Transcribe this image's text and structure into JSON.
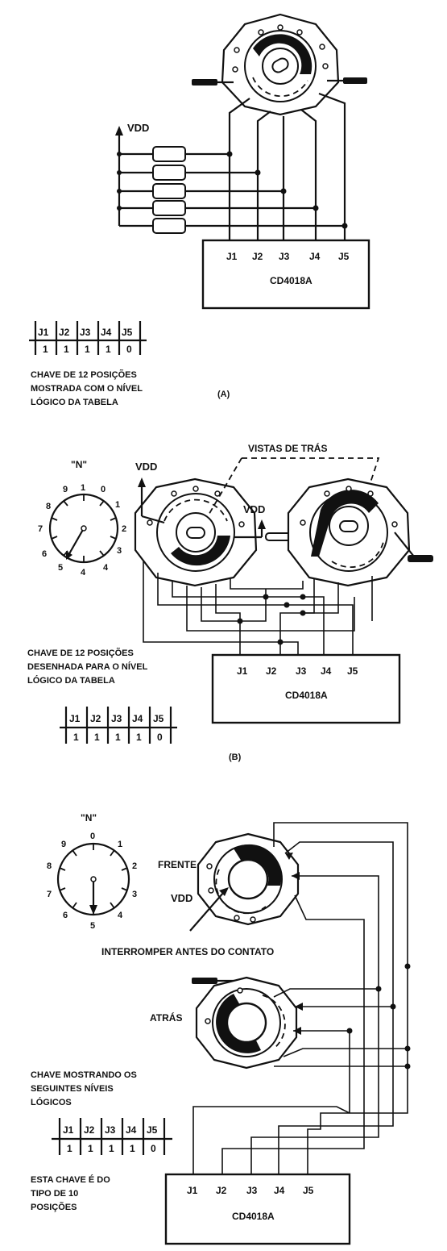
{
  "panel_a": {
    "supply_label": "VDD",
    "chip_label": "CD4018A",
    "pins": [
      "J1",
      "J2",
      "J3",
      "J4",
      "J5"
    ],
    "truth_header": [
      "J1",
      "J2",
      "J3",
      "J4",
      "J5"
    ],
    "truth_values": [
      "1",
      "1",
      "1",
      "1",
      "0"
    ],
    "caption_lines": [
      "CHAVE DE 12 POSIÇÕES",
      "MOSTRADA COM O NÍVEL",
      "LÓGICO DA TABELA"
    ],
    "tag": "(A)"
  },
  "panel_b": {
    "dial_title": "\"N\"",
    "dial_numbers": [
      "0",
      "1",
      "2",
      "3",
      "4",
      "5",
      "6",
      "7",
      "8",
      "9"
    ],
    "supply_left": "VDD",
    "supply_right": "VDD",
    "rear_view_label": "VISTAS DE TRÁS",
    "chip_label": "CD4018A",
    "pins": [
      "J1",
      "J2",
      "J3",
      "J4",
      "J5"
    ],
    "caption_lines": [
      "CHAVE DE 12 POSIÇÕES",
      "DESENHADA PARA O NÍVEL",
      "LÓGICO DA TABELA"
    ],
    "truth_header": [
      "J1",
      "J2",
      "J3",
      "J4",
      "J5"
    ],
    "truth_values": [
      "1",
      "1",
      "1",
      "1",
      "0"
    ],
    "tag": "(B)"
  },
  "panel_c": {
    "dial_title": "\"N\"",
    "dial_numbers": [
      "0",
      "1",
      "2",
      "3",
      "4",
      "5",
      "6",
      "7",
      "8",
      "9"
    ],
    "front_label": "FRENTE",
    "back_label": "ATRÁS",
    "supply_label": "VDD",
    "break_label": "INTERROMPER ANTES DO CONTATO",
    "caption_lines": [
      "CHAVE MOSTRANDO OS",
      "SEGUINTES NÍVEIS",
      "LÓGICOS"
    ],
    "truth_header": [
      "J1",
      "J2",
      "J3",
      "J4",
      "J5"
    ],
    "truth_values": [
      "1",
      "1",
      "1",
      "1",
      "0"
    ],
    "type_lines": [
      "ESTA CHAVE É DO",
      "TIPO DE 10",
      "POSIÇÕES"
    ],
    "chip_label": "CD4018A",
    "pins": [
      "J1",
      "J2",
      "J3",
      "J4",
      "J5"
    ]
  }
}
